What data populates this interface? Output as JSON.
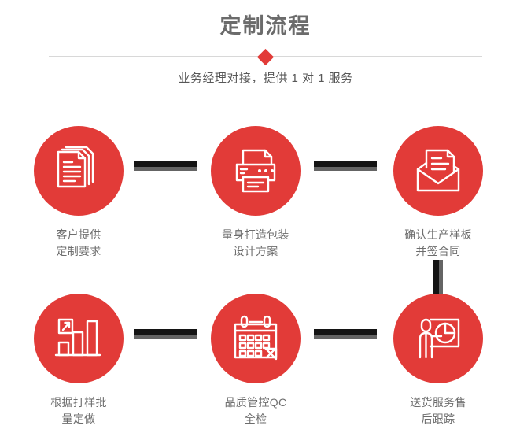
{
  "header": {
    "title": "定制流程",
    "subtitle": "业务经理对接，提供 1 对 1 服务",
    "divider_icon": "diamond-icon",
    "accent_color": "#e23b38",
    "title_color": "#6b6b6b",
    "subtitle_color": "#585858"
  },
  "flow": {
    "connector_dark_color": "#141414",
    "connector_gray_color": "#646464",
    "circle_color": "#e23b38",
    "label_color": "#6d6d6d",
    "steps": [
      {
        "index": 1,
        "icon": "documents-stack-icon",
        "label": "客户提供\n定制要求"
      },
      {
        "index": 2,
        "icon": "printer-icon",
        "label": "量身打造包装\n设计方案"
      },
      {
        "index": 3,
        "icon": "envelope-document-icon",
        "label": "确认生产样板\n并签合同"
      },
      {
        "index": 4,
        "icon": "bar-chart-growth-icon",
        "label": "根据打样批\n量定做"
      },
      {
        "index": 5,
        "icon": "calendar-icon",
        "label": "品质管控QC\n全检"
      },
      {
        "index": 6,
        "icon": "presenter-pie-chart-icon",
        "label": "送货服务售\n后跟踪"
      }
    ],
    "connectors": [
      {
        "name": "connector-step1-step2",
        "orientation": "horizontal"
      },
      {
        "name": "connector-step2-step3",
        "orientation": "horizontal"
      },
      {
        "name": "connector-step3-step6",
        "orientation": "vertical"
      },
      {
        "name": "connector-step4-step5",
        "orientation": "horizontal"
      },
      {
        "name": "connector-step5-step6",
        "orientation": "horizontal"
      }
    ]
  }
}
